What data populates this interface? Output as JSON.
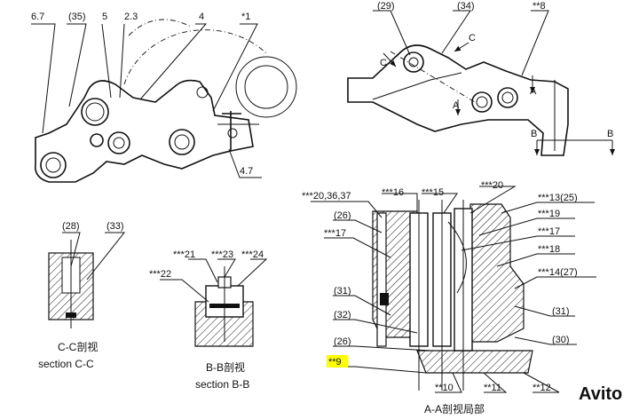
{
  "top_left_labels": [
    "6.7",
    "(35)",
    "5",
    "2.3",
    "4",
    "*1",
    "4.7"
  ],
  "top_right_labels": [
    "(29)",
    "(34)",
    "**8",
    "C",
    "C",
    "A",
    "A",
    "B",
    "B"
  ],
  "section_cc": {
    "labels": [
      "(28)",
      "(33)"
    ],
    "caption_cn": "C-C剖视",
    "caption_en": "section C-C"
  },
  "section_bb": {
    "labels": [
      "***21",
      "***23",
      "***24",
      "***22"
    ],
    "caption_cn": "B-B剖视",
    "caption_en": "section B-B"
  },
  "section_aa": {
    "top_labels": [
      "***20,36,37",
      "***16",
      "***15",
      "***20"
    ],
    "left_labels": [
      "(26)",
      "***17",
      "(31)",
      "(32)",
      "(26)"
    ],
    "right_labels": [
      "***13(25)",
      "***19",
      "***17",
      "***18",
      "***14(27)",
      "(31)",
      "(30)"
    ],
    "highlight_label": "**9",
    "bottom_labels": [
      "**10",
      "**11",
      "**12"
    ],
    "caption_cn": "A-A剖视局部"
  },
  "watermark": "Avito",
  "colors": {
    "highlight": "#ffff00",
    "ink": "#111111"
  }
}
